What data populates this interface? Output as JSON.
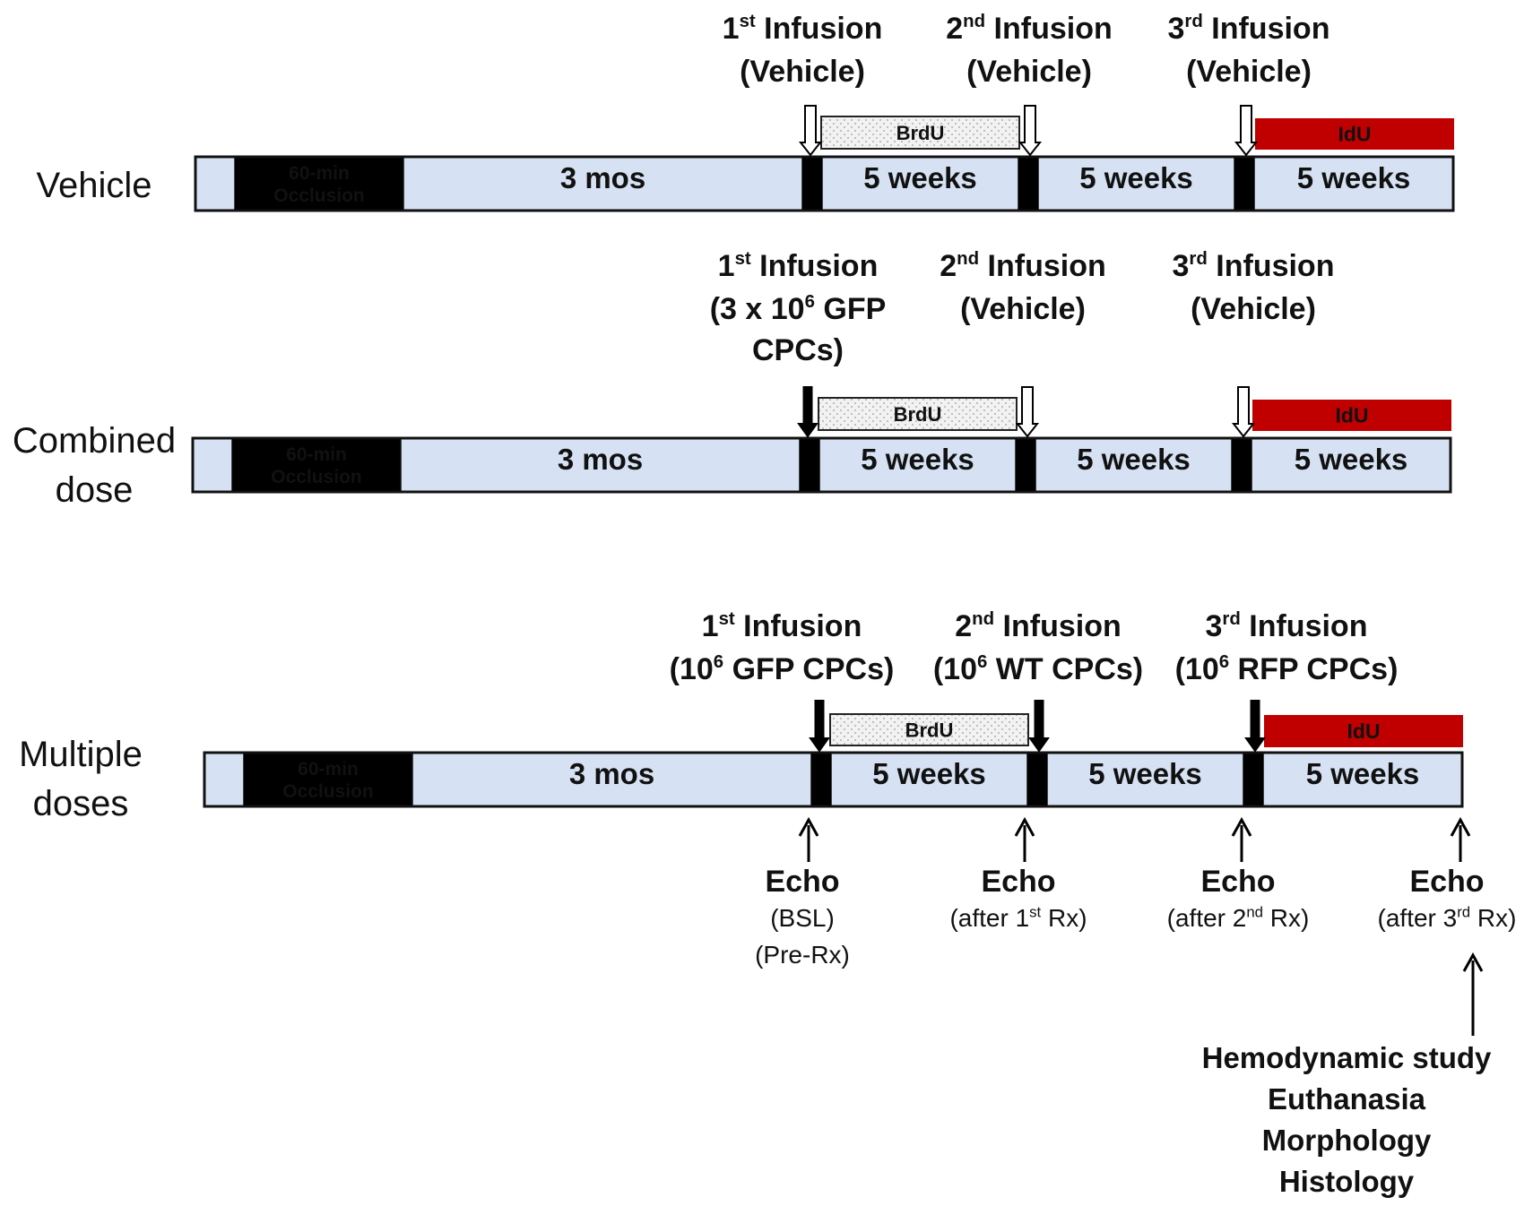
{
  "colors": {
    "segment_fill": "#d6e2f3",
    "occlusion_fill": "#000000",
    "idu_fill": "#c00000",
    "idu_text": "#ffffff",
    "brdu_fill": "#f2f2f2",
    "arrow_open": "#ffffff",
    "arrow_filled": "#000000"
  },
  "rows": [
    {
      "id": "vehicle",
      "label": [
        "Vehicle"
      ],
      "occlusion": [
        "60-min",
        "Occlusion"
      ],
      "segments": [
        "3 mos",
        "5 weeks",
        "5 weeks",
        "5 weeks"
      ],
      "brdu": "BrdU",
      "idu": "IdU",
      "infusion_arrows": [
        "open",
        "open",
        "open"
      ],
      "infusions": [
        {
          "ordinal": "1",
          "sup": "st",
          "word": "Infusion",
          "lines": [
            "(Vehicle)"
          ]
        },
        {
          "ordinal": "2",
          "sup": "nd",
          "word": "Infusion",
          "lines": [
            "(Vehicle)"
          ]
        },
        {
          "ordinal": "3",
          "sup": "rd",
          "word": "Infusion",
          "lines": [
            "(Vehicle)"
          ]
        }
      ]
    },
    {
      "id": "combined",
      "label": [
        "Combined",
        "dose"
      ],
      "occlusion": [
        "60-min",
        "Occlusion"
      ],
      "segments": [
        "3 mos",
        "5 weeks",
        "5 weeks",
        "5 weeks"
      ],
      "brdu": "BrdU",
      "idu": "IdU",
      "infusion_arrows": [
        "filled",
        "open",
        "open"
      ],
      "infusions": [
        {
          "ordinal": "1",
          "sup": "st",
          "word": "Infusion",
          "lines": [
            "(3 x 10|6| GFP",
            "CPCs)"
          ]
        },
        {
          "ordinal": "2",
          "sup": "nd",
          "word": "Infusion",
          "lines": [
            "(Vehicle)"
          ]
        },
        {
          "ordinal": "3",
          "sup": "rd",
          "word": "Infusion",
          "lines": [
            "(Vehicle)"
          ]
        }
      ]
    },
    {
      "id": "multiple",
      "label": [
        "Multiple",
        "doses"
      ],
      "occlusion": [
        "60-min",
        "Occlusion"
      ],
      "segments": [
        "3 mos",
        "5 weeks",
        "5 weeks",
        "5 weeks"
      ],
      "brdu": "BrdU",
      "idu": "IdU",
      "infusion_arrows": [
        "filled",
        "filled",
        "filled"
      ],
      "infusions": [
        {
          "ordinal": "1",
          "sup": "st",
          "word": "Infusion",
          "lines": [
            "(10|6| GFP CPCs)"
          ]
        },
        {
          "ordinal": "2",
          "sup": "nd",
          "word": "Infusion",
          "lines": [
            "(10|6|   WT CPCs)"
          ]
        },
        {
          "ordinal": "3",
          "sup": "rd",
          "word": "Infusion",
          "lines": [
            "(10|6| RFP CPCs)"
          ]
        }
      ]
    }
  ],
  "echoes": [
    {
      "title": "Echo",
      "lines": [
        "(BSL)",
        "(Pre-Rx)"
      ]
    },
    {
      "title": "Echo",
      "lines": [
        "(after 1|st| Rx)"
      ]
    },
    {
      "title": "Echo",
      "lines": [
        "(after 2|nd| Rx)"
      ]
    },
    {
      "title": "Echo",
      "lines": [
        "(after 3|rd| Rx)"
      ]
    }
  ],
  "endpoints": [
    "Hemodynamic study",
    "Euthanasia",
    "Morphology",
    "Histology"
  ]
}
